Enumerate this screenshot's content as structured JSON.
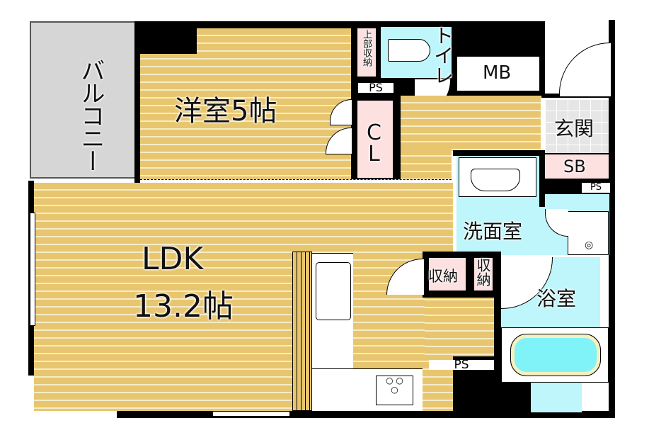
{
  "rooms": {
    "balcony": "バルコニー",
    "western_room": "洋室5帖",
    "upper_storage": "上部収納",
    "toilet": "トイレ",
    "mb": "MB",
    "ps": "PS",
    "closet_c": "C",
    "closet_l": "L",
    "entrance": "玄関",
    "shoe_box": "SB",
    "washroom": "洗面室",
    "ldk": "LDK",
    "ldk_size": "13.2帖",
    "storage": "収納",
    "bathroom": "浴室"
  },
  "colors": {
    "wood": "#e8c66f",
    "pink": "#fde0e0",
    "blue": "#bff6fb",
    "gray": "#d6d6d6"
  }
}
